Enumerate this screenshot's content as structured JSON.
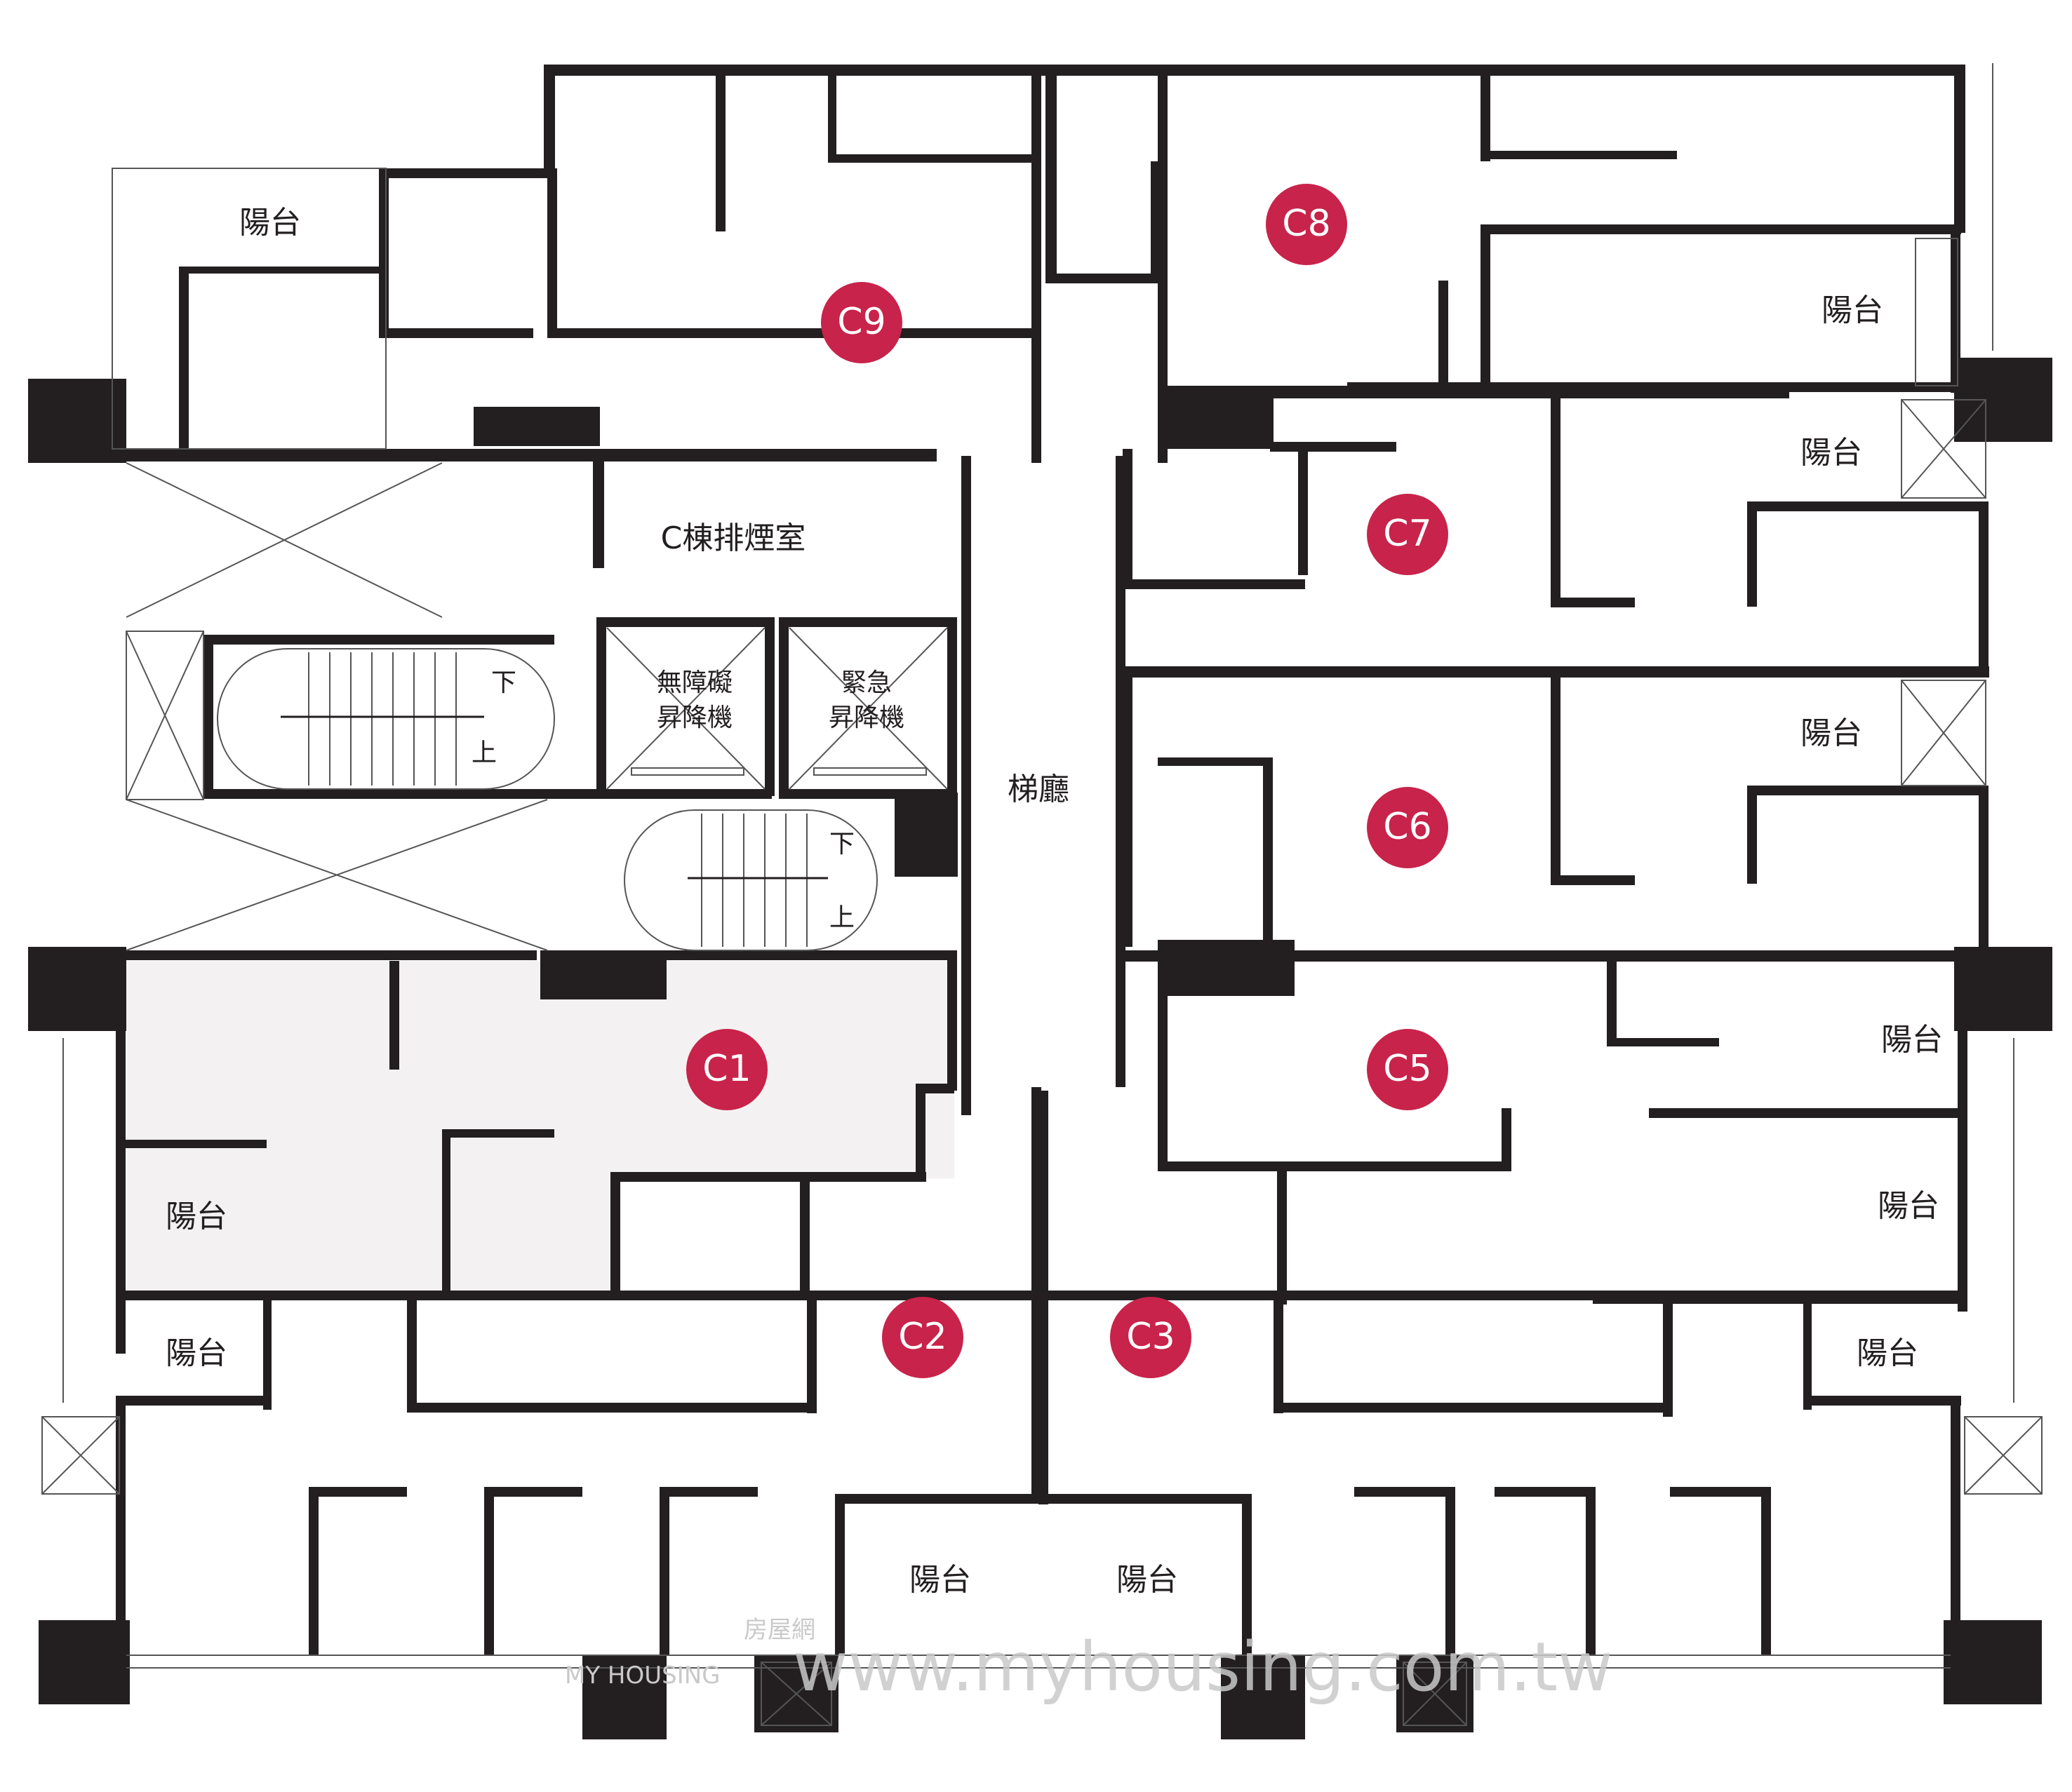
{
  "colors": {
    "wall": "#231f20",
    "unit_badge": "#c8234a",
    "shaded_unit": "#f4f1f2"
  },
  "labels": {
    "smoke_room": "C棟排煙室",
    "lobby": "梯廳",
    "elevator_accessible_1": "無障礙",
    "elevator_accessible_2": "昇降機",
    "elevator_emergency_1": "緊急",
    "elevator_emergency_2": "昇降機",
    "stair_down": "下",
    "stair_up": "上",
    "balcony": "陽台"
  },
  "units": {
    "c1": "C1",
    "c2": "C2",
    "c3": "C3",
    "c5": "C5",
    "c6": "C6",
    "c7": "C7",
    "c8": "C8",
    "c9": "C9"
  },
  "watermark": {
    "brand_cn": "房屋網",
    "brand_en": "MY HOUSING",
    "url": "www.myhousing.com.tw"
  }
}
